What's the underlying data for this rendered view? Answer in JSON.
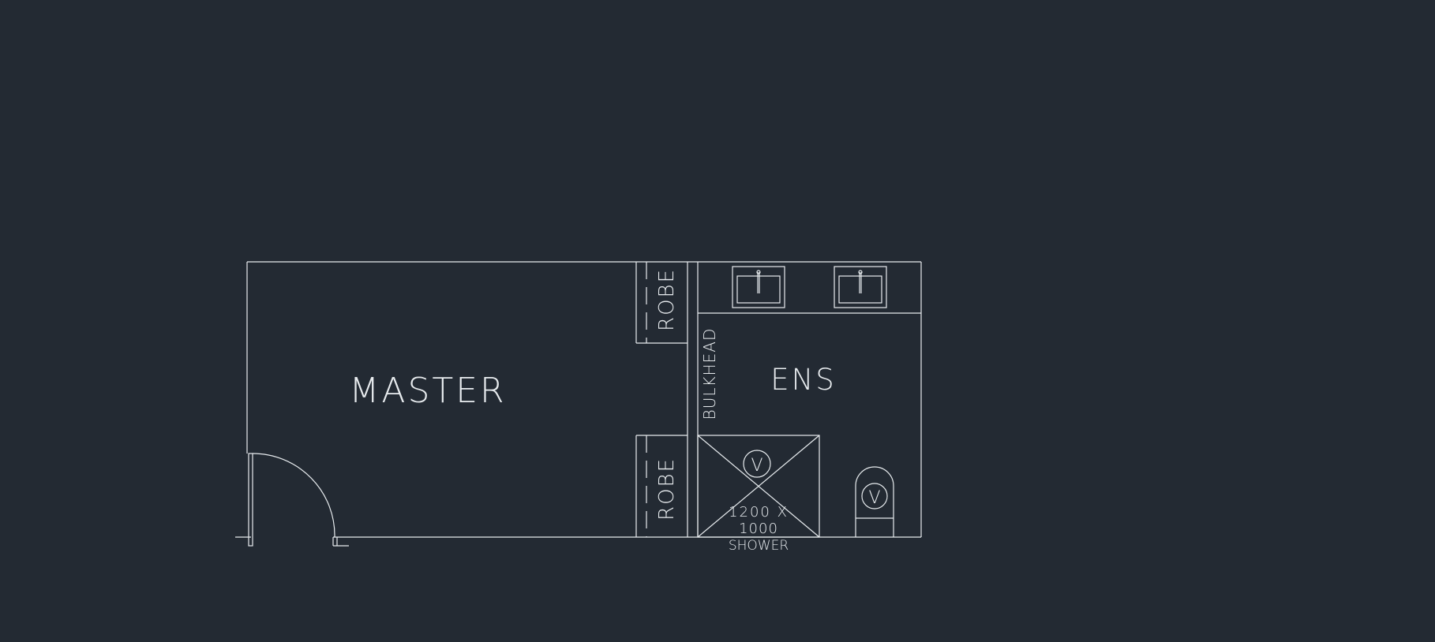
{
  "labels": {
    "master": "MASTER",
    "ens": "ENS",
    "robe_top": "ROBE",
    "robe_bottom": "ROBE",
    "bulkhead": "BULKHEAD",
    "shower_size_line1": "1200 X",
    "shower_size_line2": "1000",
    "shower": "SHOWER",
    "shower_valve": "V",
    "toilet_valve": "V"
  },
  "colors": {
    "background": "#232a33",
    "lines": "#e8ecef"
  }
}
